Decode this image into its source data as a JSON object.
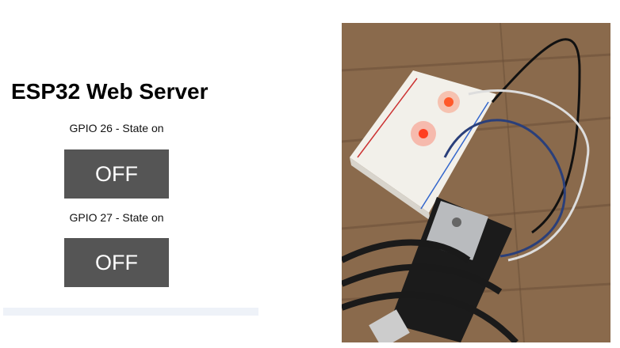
{
  "page": {
    "title": "ESP32 Web Server",
    "outputs": [
      {
        "label": "GPIO 26 - State on",
        "button_label": "OFF"
      },
      {
        "label": "GPIO 27 - State on",
        "button_label": "OFF"
      }
    ]
  },
  "colors": {
    "button_bg": "#555555",
    "footer_bar": "#eef2f8"
  }
}
